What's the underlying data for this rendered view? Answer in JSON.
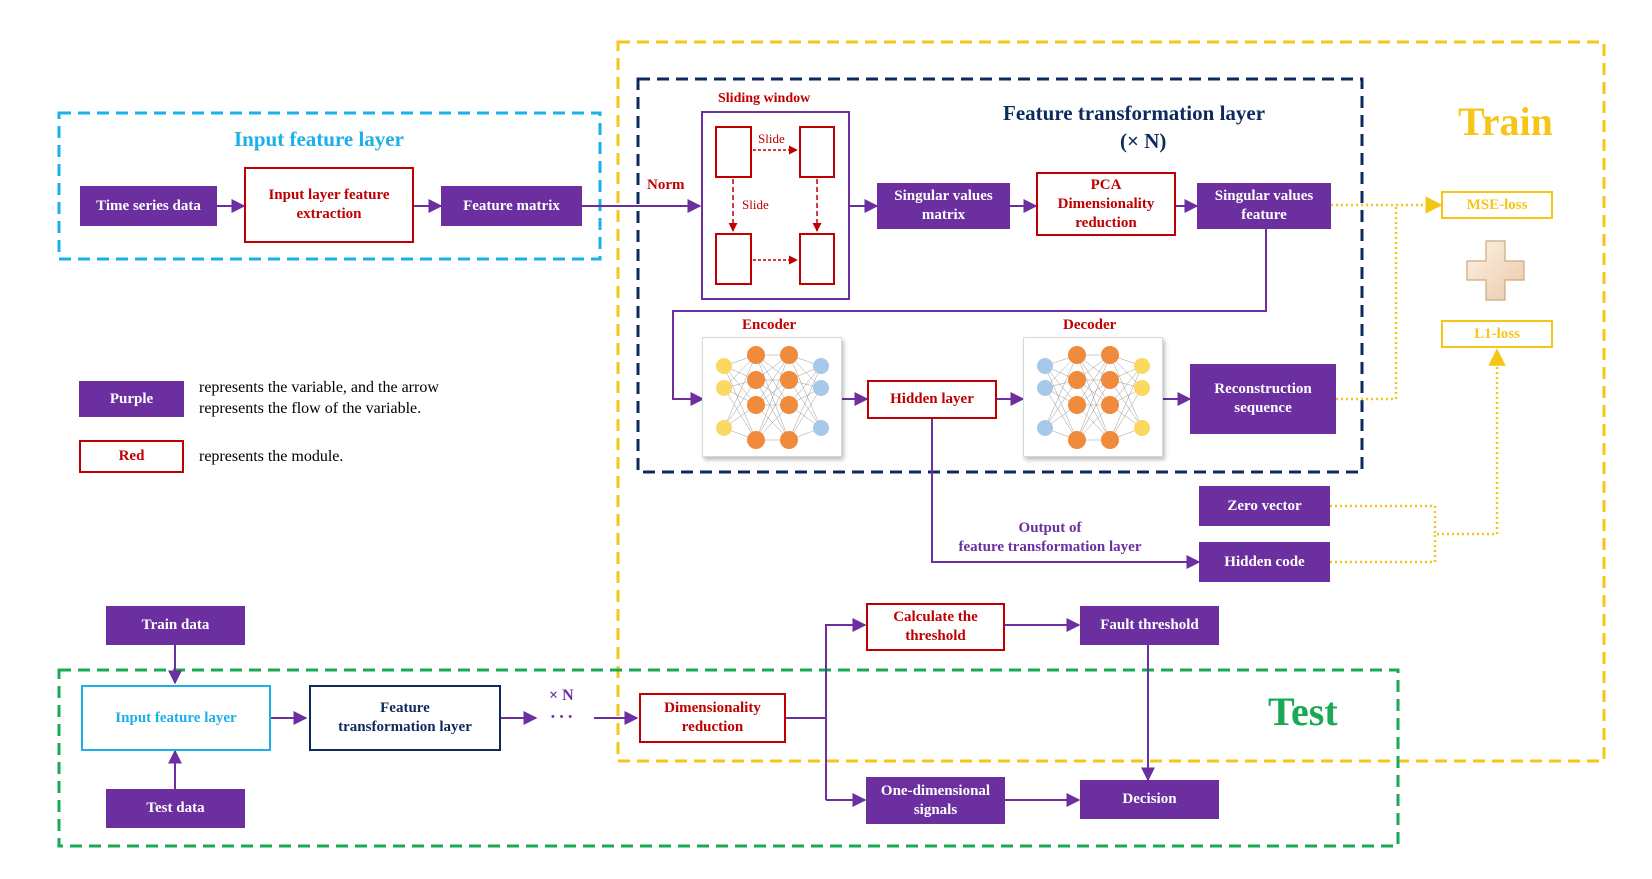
{
  "train_region": {
    "title": "Train",
    "color": "#f5c518"
  },
  "test_region": {
    "title": "Test",
    "color": "#1aaa55"
  },
  "input_feature_layer": {
    "title": "Input feature layer",
    "color": "#1ab0e8",
    "time_series": "Time series data",
    "extraction": "Input layer feature\nextraction",
    "feature_matrix": "Feature matrix"
  },
  "feature_transformation_layer": {
    "title": "Feature transformation layer",
    "repeat": "(× N)",
    "color": "#0d2a5e",
    "norm": "Norm",
    "sliding_window": {
      "title": "Sliding window",
      "slide_h": "Slide",
      "slide_v": "Slide"
    },
    "singular_values_matrix": "Singular values\nmatrix",
    "pca": "PCA\nDimensionality\nreduction",
    "singular_values_feature": "Singular values\nfeature",
    "encoder": "Encoder",
    "decoder": "Decoder",
    "hidden_layer": "Hidden layer",
    "reconstruction": "Reconstruction\nsequence"
  },
  "loss": {
    "mse": "MSE-loss",
    "l1": "L1-loss"
  },
  "zero_vector": "Zero vector",
  "hidden_code": "Hidden code",
  "output_label": "Output of\nfeature transformation layer",
  "legend": {
    "purple_label": "Purple",
    "purple_text": "represents the variable, and the arrow\nrepresents the flow of the variable.",
    "red_label": "Red",
    "red_text": "represents the module."
  },
  "test_flow": {
    "train_data": "Train data",
    "test_data": "Test data",
    "input_layer": "Input feature layer",
    "transformation_layer": "Feature\ntransformation layer",
    "times_n": "× N",
    "ellipsis": "• • •",
    "dim_reduction": "Dimensionality\nreduction",
    "calculate": "Calculate the\nthreshold",
    "fault_threshold": "Fault threshold",
    "one_dim": "One-dimensional\nsignals",
    "decision": "Decision"
  },
  "colors": {
    "variable": "#6b2fa0",
    "module": "#c00000",
    "loss": "#f5c518"
  }
}
